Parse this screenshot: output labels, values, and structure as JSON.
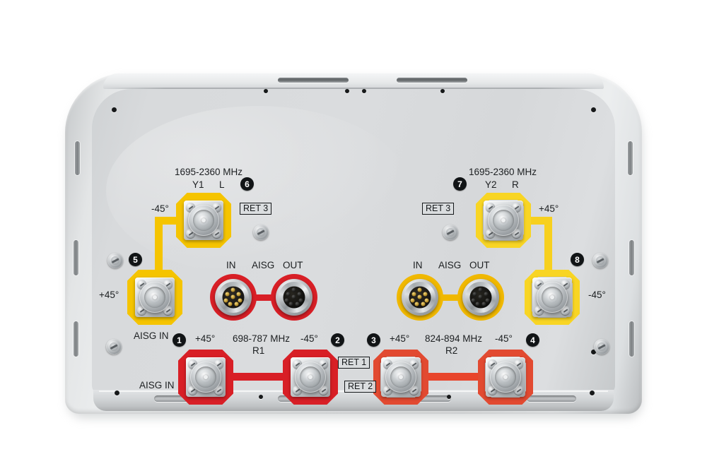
{
  "device": {
    "type": "multiband-base-station-antenna-connector-panel",
    "panel_color": "#d6d8da",
    "accent_red": "#d81f26",
    "accent_yellow": "#f5c400"
  },
  "bands": {
    "low": {
      "freq": "698-787 MHz",
      "array": "R1",
      "color": "#d81f26"
    },
    "mid": {
      "freq": "824-894 MHz",
      "array": "R2",
      "color": "#e24a31"
    },
    "high_left": {
      "freq": "1695-2360 MHz",
      "array": "Y1",
      "side": "L",
      "color": "#f5c400"
    },
    "high_right": {
      "freq": "1695-2360 MHz",
      "array": "Y2",
      "side": "R",
      "color": "#f8d524"
    }
  },
  "ports": [
    {
      "num": "1",
      "pol": "+45°",
      "freq": "698-787 MHz",
      "array": "R1",
      "color": "red"
    },
    {
      "num": "2",
      "pol": "-45°",
      "freq": "698-787 MHz",
      "array": "R1",
      "color": "red"
    },
    {
      "num": "3",
      "pol": "+45°",
      "freq": "824-894 MHz",
      "array": "R2",
      "color": "light-red"
    },
    {
      "num": "4",
      "pol": "-45°",
      "freq": "824-894 MHz",
      "array": "R2",
      "color": "light-red"
    },
    {
      "num": "5",
      "pol": "+45°",
      "freq": "1695-2360 MHz",
      "array": "Y1",
      "color": "yellow"
    },
    {
      "num": "6",
      "pol": "-45°",
      "freq": "1695-2360 MHz",
      "array": "Y1",
      "color": "yellow"
    },
    {
      "num": "7",
      "pol": "+45°",
      "freq": "1695-2360 MHz",
      "array": "Y2",
      "color": "light-yellow"
    },
    {
      "num": "8",
      "pol": "-45°",
      "freq": "1695-2360 MHz",
      "array": "Y2",
      "color": "light-yellow"
    }
  ],
  "labels": {
    "high_left_freq": "1695-2360 MHz",
    "high_left_array": "Y1",
    "high_left_side": "L",
    "high_left_badge": "6",
    "high_left_pol_top": "-45°",
    "high_left_pol_bottom": "+45°",
    "high_left_badge2": "5",
    "high_left_ret": "RET 3",
    "aisg_in_left_top": "AISG IN",
    "aisg_in_left_bottom": "AISG IN",
    "high_right_freq": "1695-2360 MHz",
    "high_right_array": "Y2",
    "high_right_side": "R",
    "high_right_badge": "7",
    "high_right_pol_top": "+45°",
    "high_right_pol_bottom": "-45°",
    "high_right_badge2": "8",
    "high_right_ret": "RET 3",
    "aisg_left_in": "IN",
    "aisg_left_mid": "AISG",
    "aisg_left_out": "OUT",
    "aisg_right_in": "IN",
    "aisg_right_mid": "AISG",
    "aisg_right_out": "OUT",
    "low_badge1": "1",
    "low_pol1": "+45°",
    "low_freq": "698-787 MHz",
    "low_array": "R1",
    "low_pol2": "-45°",
    "low_badge2": "2",
    "mid_badge1": "3",
    "mid_pol1": "+45°",
    "mid_freq": "824-894 MHz",
    "mid_array": "R2",
    "mid_pol2": "-45°",
    "mid_badge2": "4",
    "ret1": "RET 1",
    "ret2": "RET 2"
  }
}
